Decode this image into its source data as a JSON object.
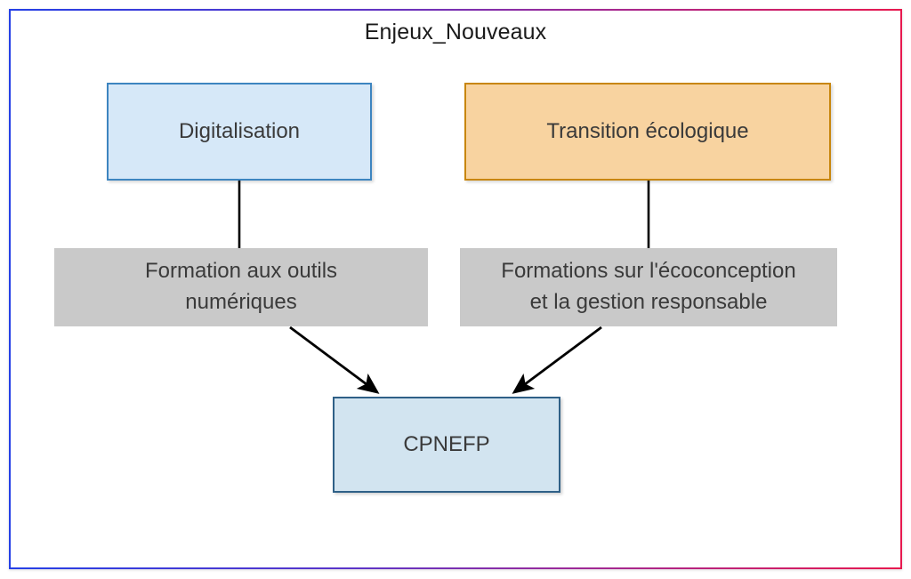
{
  "diagram": {
    "title": "Enjeux_Nouveaux",
    "frame": {
      "border_gradient_start": "#2540e6",
      "border_gradient_end": "#e8194f",
      "background": "#ffffff"
    },
    "nodes": [
      {
        "id": "digitalisation",
        "label": "Digitalisation",
        "kind": "theme",
        "fill": "#d6e8f8",
        "stroke": "#3d85c0"
      },
      {
        "id": "transition-ecologique",
        "label": "Transition écologique",
        "kind": "theme",
        "fill": "#f8d3a0",
        "stroke": "#c8860d"
      },
      {
        "id": "formation-outils-numeriques",
        "label": "Formation aux outils numériques",
        "line1": "Formation aux outils",
        "line2": "numériques",
        "kind": "action",
        "fill": "#c9c9c9",
        "stroke": "none"
      },
      {
        "id": "formations-ecoconception",
        "label": "Formations sur l'écoconception et la gestion responsable",
        "line1": "Formations sur l'écoconception",
        "line2": "et la gestion responsable",
        "kind": "action",
        "fill": "#c9c9c9",
        "stroke": "none"
      },
      {
        "id": "cpnefp",
        "label": "CPNEFP",
        "kind": "actor",
        "fill": "#d2e4f0",
        "stroke": "#2f6087"
      }
    ],
    "edges": [
      {
        "id": "edge-digitalisation-formation",
        "from": "digitalisation",
        "to": "formation-outils-numeriques",
        "style": "plain-line",
        "arrowhead": false,
        "color": "#000000"
      },
      {
        "id": "edge-transition-formations",
        "from": "transition-ecologique",
        "to": "formations-ecoconception",
        "style": "plain-line",
        "arrowhead": false,
        "color": "#000000"
      },
      {
        "id": "edge-formation-cpnefp",
        "from": "formation-outils-numeriques",
        "to": "cpnefp",
        "style": "arrow",
        "arrowhead": true,
        "color": "#000000"
      },
      {
        "id": "edge-formations-cpnefp",
        "from": "formations-ecoconception",
        "to": "cpnefp",
        "style": "arrow",
        "arrowhead": true,
        "color": "#000000"
      }
    ]
  }
}
